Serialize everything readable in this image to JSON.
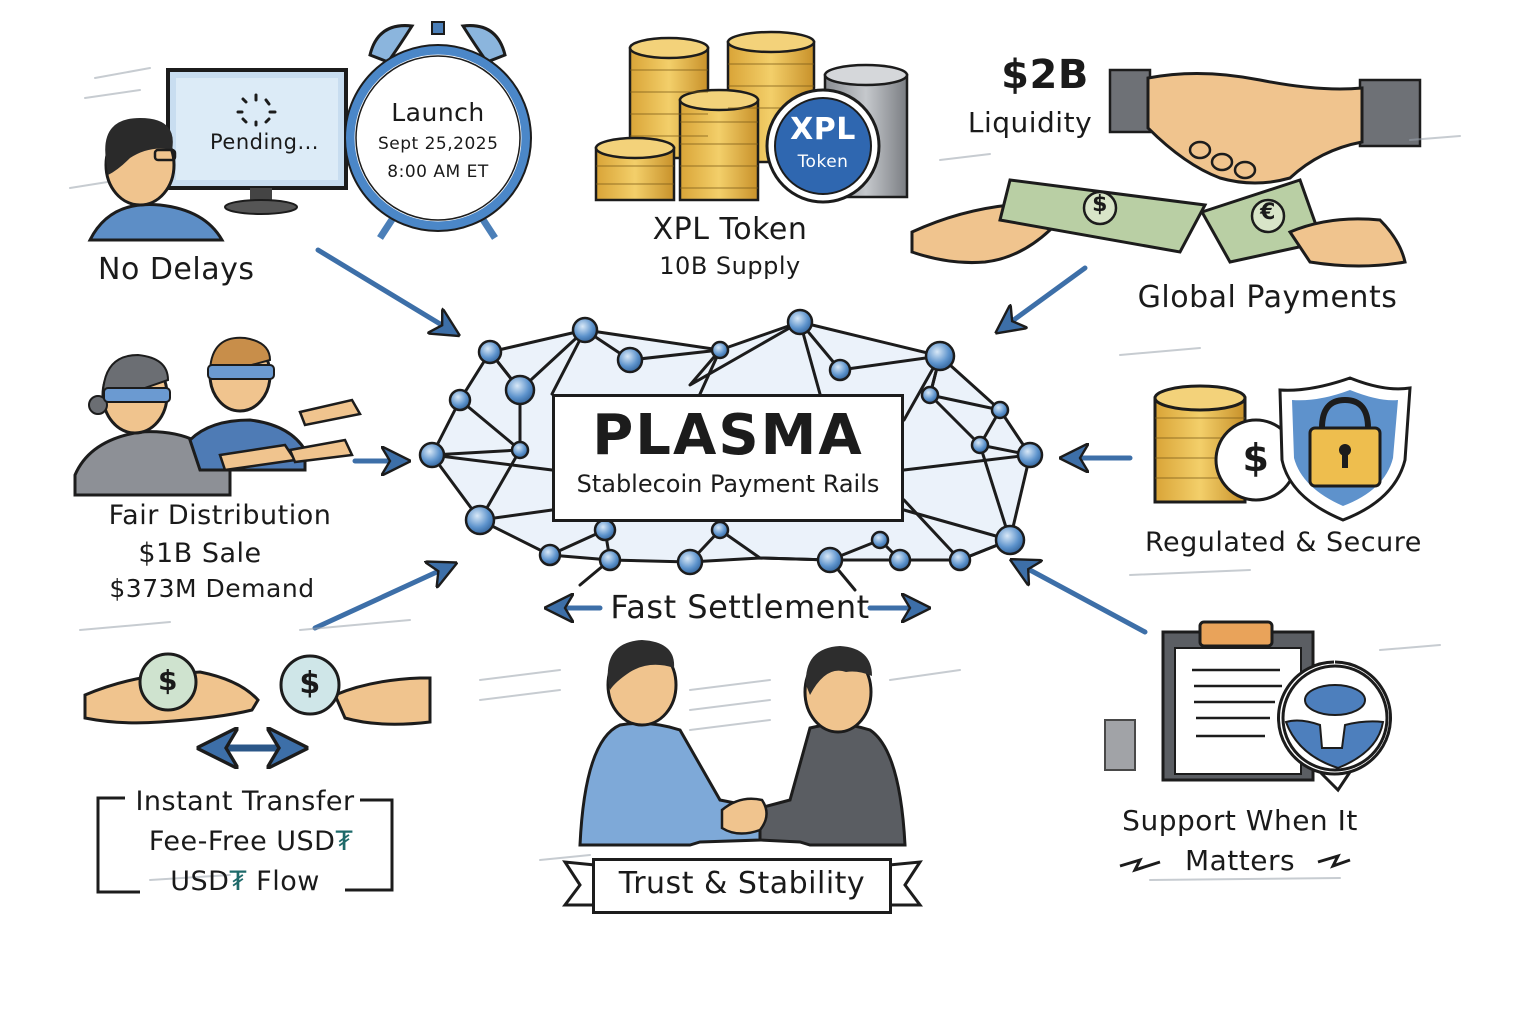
{
  "center": {
    "title": "PLASMA",
    "subtitle": "Stablecoin Payment Rails",
    "caption": "Fast Settlement"
  },
  "panels": {
    "no_delays": {
      "screen_text": "Pending...",
      "label": "No Delays",
      "icon": "computer-monitor-icon"
    },
    "launch": {
      "line1": "Launch",
      "line2": "Sept 25,2025",
      "line3": "8:00 AM ET",
      "icon": "alarm-clock-icon"
    },
    "xpl_token": {
      "coin_top": "XPL",
      "coin_bottom": "Token",
      "label": "XPL Token",
      "sublabel": "10B Supply",
      "icon": "coin-stack-icon"
    },
    "liquidity": {
      "amount": "$2B",
      "label": "Liquidity",
      "icon": "handshake-icon"
    },
    "global_payments": {
      "label": "Global Payments",
      "dollar_glyph": "$",
      "euro_glyph": "€",
      "icon": "banknote-icon"
    },
    "fair_distribution": {
      "line1": "Fair Distribution",
      "line2": "$1B Sale",
      "line3": "$373M Demand",
      "icon": "blindfolded-people-icon"
    },
    "regulated": {
      "label": "Regulated & Secure",
      "coin_glyph": "$",
      "icon": "shield-lock-icon"
    },
    "instant_transfer": {
      "line1": "Instant Transfer",
      "line2": "Fee-Free USD",
      "line3_prefix": "USD",
      "line3_suffix": " Flow",
      "tether_glyph": "₮",
      "coin_glyph": "$",
      "icon": "coin-exchange-icon"
    },
    "trust": {
      "label": "Trust & Stability",
      "icon": "business-handshake-icon"
    },
    "support": {
      "line1": "Support When It",
      "line2": "Matters",
      "icon": "clipboard-chat-icon"
    }
  },
  "colors": {
    "ink": "#1c1c1c",
    "accent_blue": "#3d6fa8",
    "light_blue": "#a9c9e8",
    "gold": "#e8b94a",
    "cash_green": "#b9cfa4",
    "skin": "#f0c48e",
    "suit_gray": "#6b6e73",
    "tether_teal": "#1e6a6a"
  }
}
